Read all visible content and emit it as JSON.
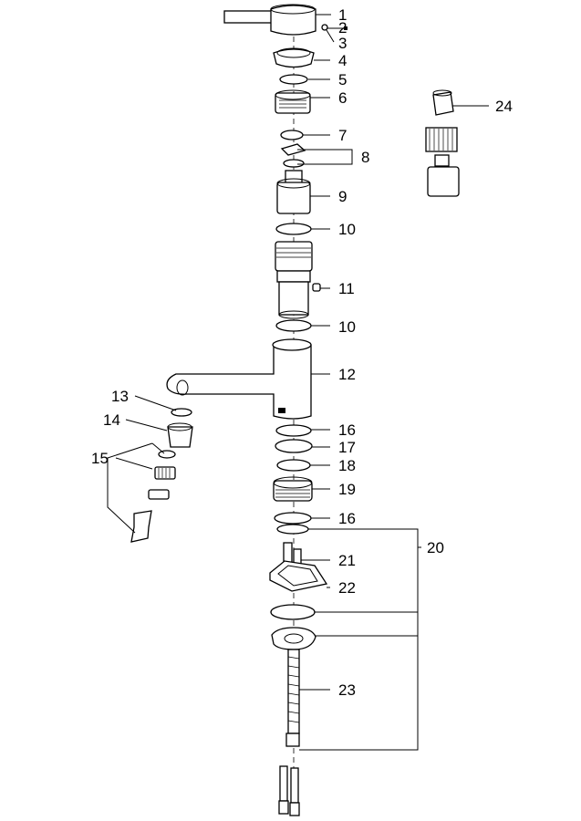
{
  "labels": [
    "1",
    "2",
    "3",
    "4",
    "5",
    "6",
    "7",
    "8",
    "9",
    "10",
    "11",
    "10",
    "12",
    "13",
    "14",
    "15",
    "16",
    "17",
    "18",
    "19",
    "16",
    "20",
    "21",
    "22",
    "23",
    "24"
  ]
}
